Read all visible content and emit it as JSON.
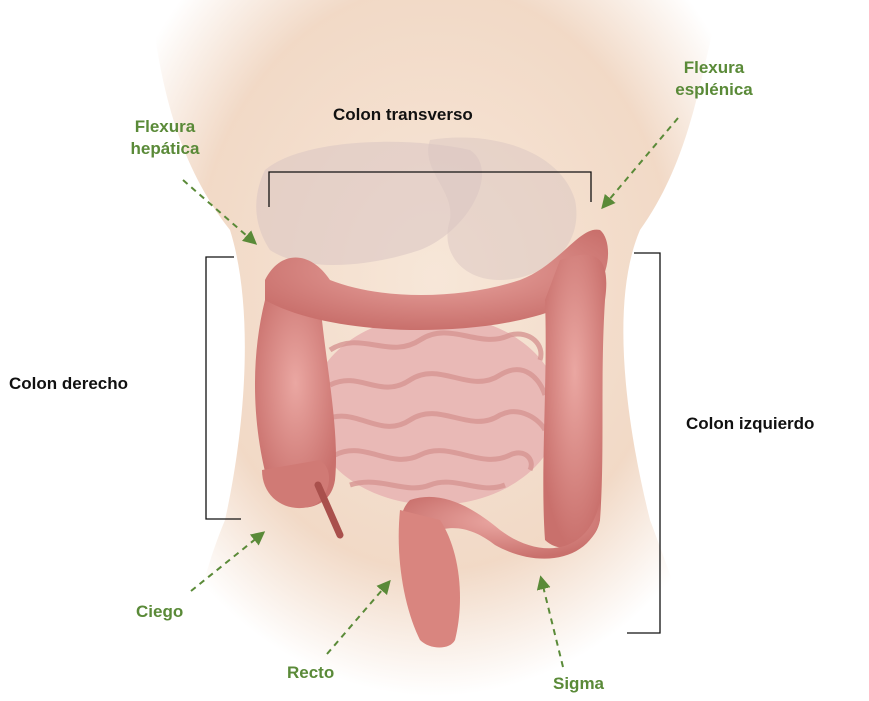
{
  "labels": {
    "colon_transverso": "Colon transverso",
    "flexura_hepatica": [
      "Flexura",
      "hepática"
    ],
    "flexura_esplenica": [
      "Flexura",
      "esplénica"
    ],
    "colon_derecho": "Colon derecho",
    "colon_izquierdo": "Colon izquierdo",
    "ciego": "Ciego",
    "recto": "Recto",
    "sigma": "Sigma"
  },
  "colors": {
    "label_text": "#111111",
    "pointer_labels": "#5a8a38",
    "skin": "#f2d9c4",
    "colon": "#d98a85",
    "small_intestine": "#e9b9b6",
    "organs_shadow": "#d9c5c2"
  }
}
